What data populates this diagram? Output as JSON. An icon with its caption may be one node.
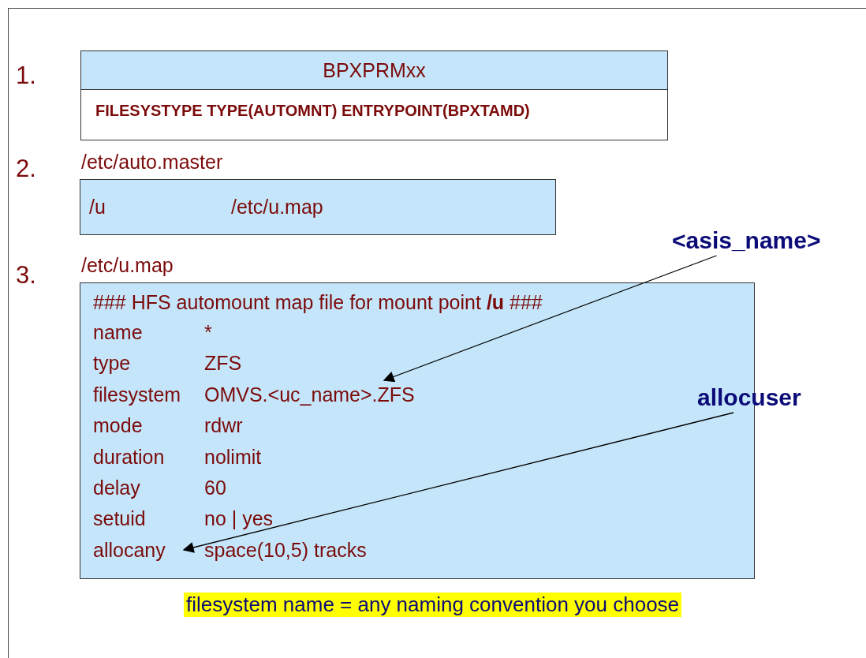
{
  "diagram": {
    "nodes": [
      {
        "text": [
          "BPXPRMxx",
          "FILESYSTYPE  TYPE(AUTOMNT)  ENTRYPOINT(BPXTAMD)"
        ]
      },
      {
        "text": [
          "/etc/auto.master",
          "/u",
          "/etc/u.map"
        ]
      },
      {
        "text": [
          "/etc/u.map",
          "###  HFS automount map file for mount point **/u** ###",
          "name",
          "*",
          "type",
          "ZFS",
          "filesystem",
          "OMVS.<uc_name>.ZFS",
          "mode",
          "rdwr",
          "duration",
          "nolimit",
          "delay",
          "60",
          "setuid",
          "no | yes",
          "allocany",
          "space(10,5) tracks"
        ]
      },
      {
        "text": [
          "<asis_name>"
        ]
      },
      {
        "text": [
          "allocuser"
        ]
      }
    ],
    "edges": [
      {
        "from": 3,
        "to": 2,
        "arrow": "to"
      },
      {
        "from": 4,
        "to": 2,
        "arrow": "to"
      }
    ],
    "labels": [
      "1.",
      "2.",
      "3.",
      "filesystem name = any naming convention you choose"
    ]
  }
}
